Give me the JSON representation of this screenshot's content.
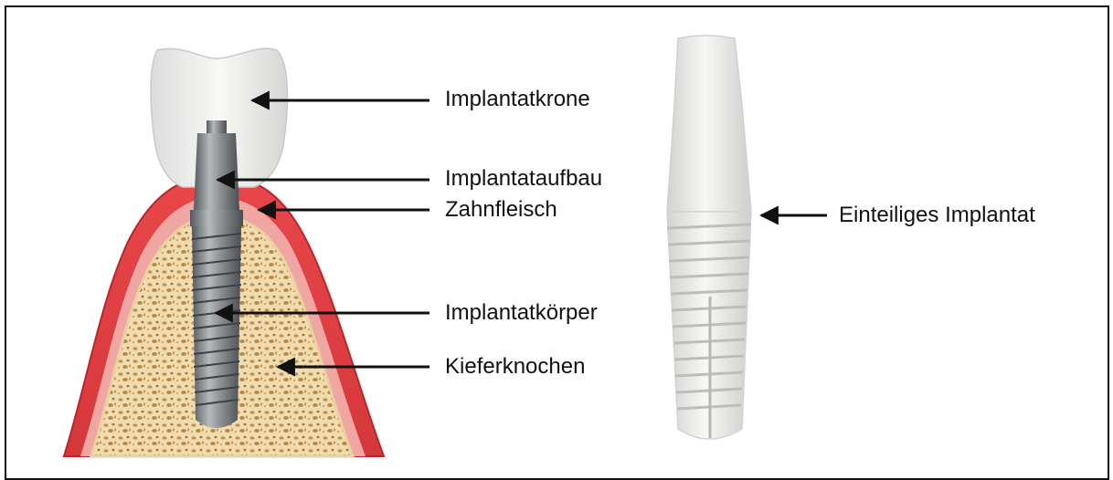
{
  "labels": {
    "crown": "Implantatkrone",
    "abutment": "Implantataufbau",
    "gum": "Zahnfleisch",
    "body": "Implantatkörper",
    "bone": "Kieferknochen",
    "one_piece": "Einteiliges Implantat"
  },
  "colors": {
    "gum": "#e53b3d",
    "gum_edge": "#c32a2e",
    "bone": "#efd9ab",
    "bone_pore": "#b88646",
    "crown": "#f1f1ef",
    "implant_metal": "#8a8d90",
    "ceramic": "#ececea"
  }
}
